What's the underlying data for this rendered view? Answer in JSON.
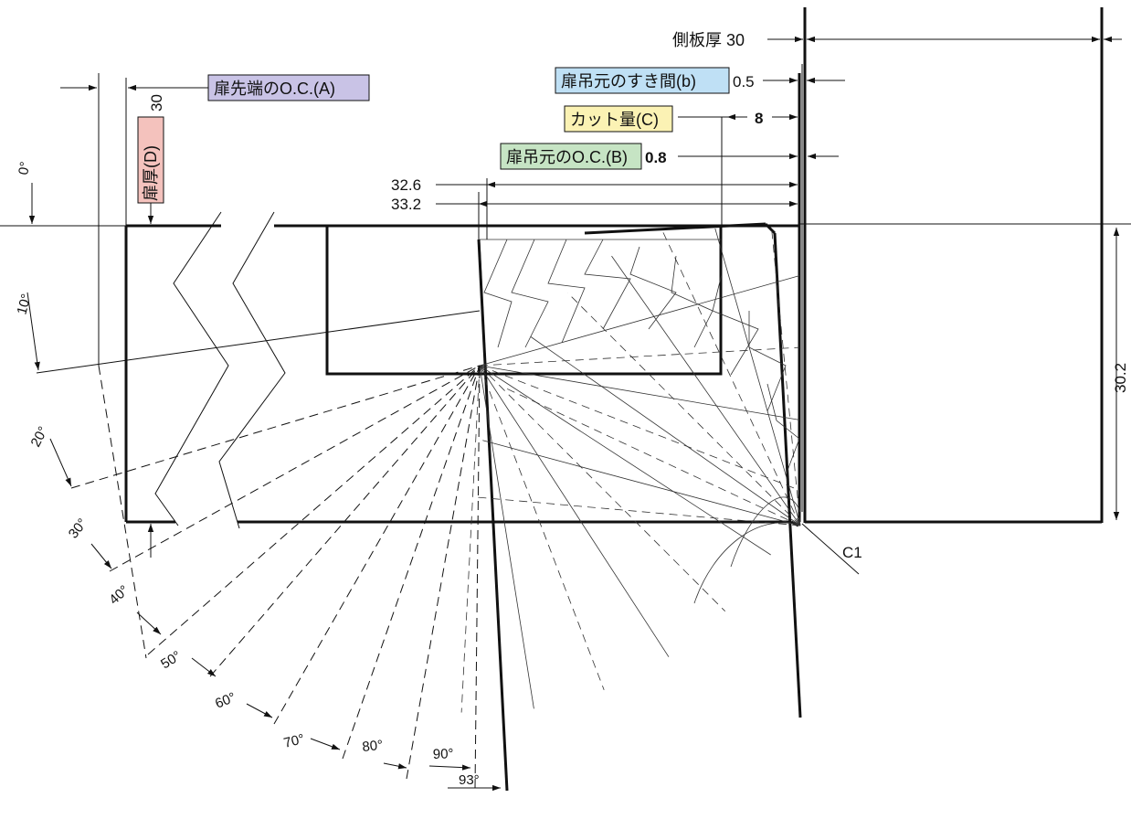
{
  "labels": {
    "side_panel": "側板厚 30",
    "gap_b": "扉吊元のすき間(b)",
    "gap_b_value": "0.5",
    "cut_c": "カット量(C)",
    "cut_c_value": "8",
    "oc_b": "扉吊元のO.C.(B)",
    "oc_b_value": "0.8",
    "oc_a": "扉先端のO.C.(A)",
    "door_d": "扉厚(D)",
    "door_d_value": "30",
    "dim_326": "32.6",
    "dim_332": "33.2",
    "dim_302": "30.2",
    "chamfer": "C1"
  },
  "angles": [
    "0°",
    "10°",
    "20°",
    "30°",
    "40°",
    "50°",
    "60°",
    "70°",
    "80°",
    "90°",
    "93°"
  ],
  "colors": {
    "oc_a_bg": "#c9c3e6",
    "door_d_bg": "#f4c2bd",
    "gap_b_bg": "#bfe0f5",
    "cut_c_bg": "#fbf2b4",
    "oc_b_bg": "#c6e4c4",
    "line": "#111111"
  }
}
